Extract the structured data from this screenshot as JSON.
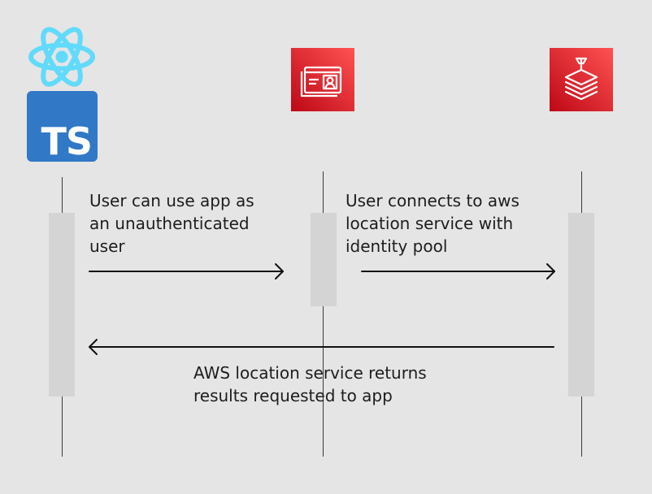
{
  "participants": [
    {
      "name": "react-typescript-app",
      "icons": [
        "react-icon",
        "typescript-icon"
      ],
      "badge_text": "TS",
      "colors": {
        "react": "#61dafb",
        "typescript": "#3178c6"
      }
    },
    {
      "name": "aws-cognito-identity-pool",
      "icons": [
        "identity-card-icon"
      ],
      "colors": {
        "from": "#bd0816",
        "to": "#ff5252"
      }
    },
    {
      "name": "aws-location-service",
      "icons": [
        "map-layers-pin-icon"
      ],
      "colors": {
        "from": "#bd0816",
        "to": "#ff5252"
      }
    }
  ],
  "messages": [
    {
      "from": "react-typescript-app",
      "to": "aws-cognito-identity-pool",
      "text": "User can use app as\nan unauthenticated\nuser"
    },
    {
      "from": "aws-cognito-identity-pool",
      "to": "aws-location-service",
      "text": "User connects to aws\nlocation service with\nidentity pool"
    },
    {
      "from": "aws-location-service",
      "to": "react-typescript-app",
      "text": "AWS location service returns\nresults requested to app"
    }
  ],
  "colors": {
    "background": "#e5e5e5",
    "lifeline": "#3a3a3a",
    "activation": "#d4d4d4",
    "arrow": "#111111"
  }
}
